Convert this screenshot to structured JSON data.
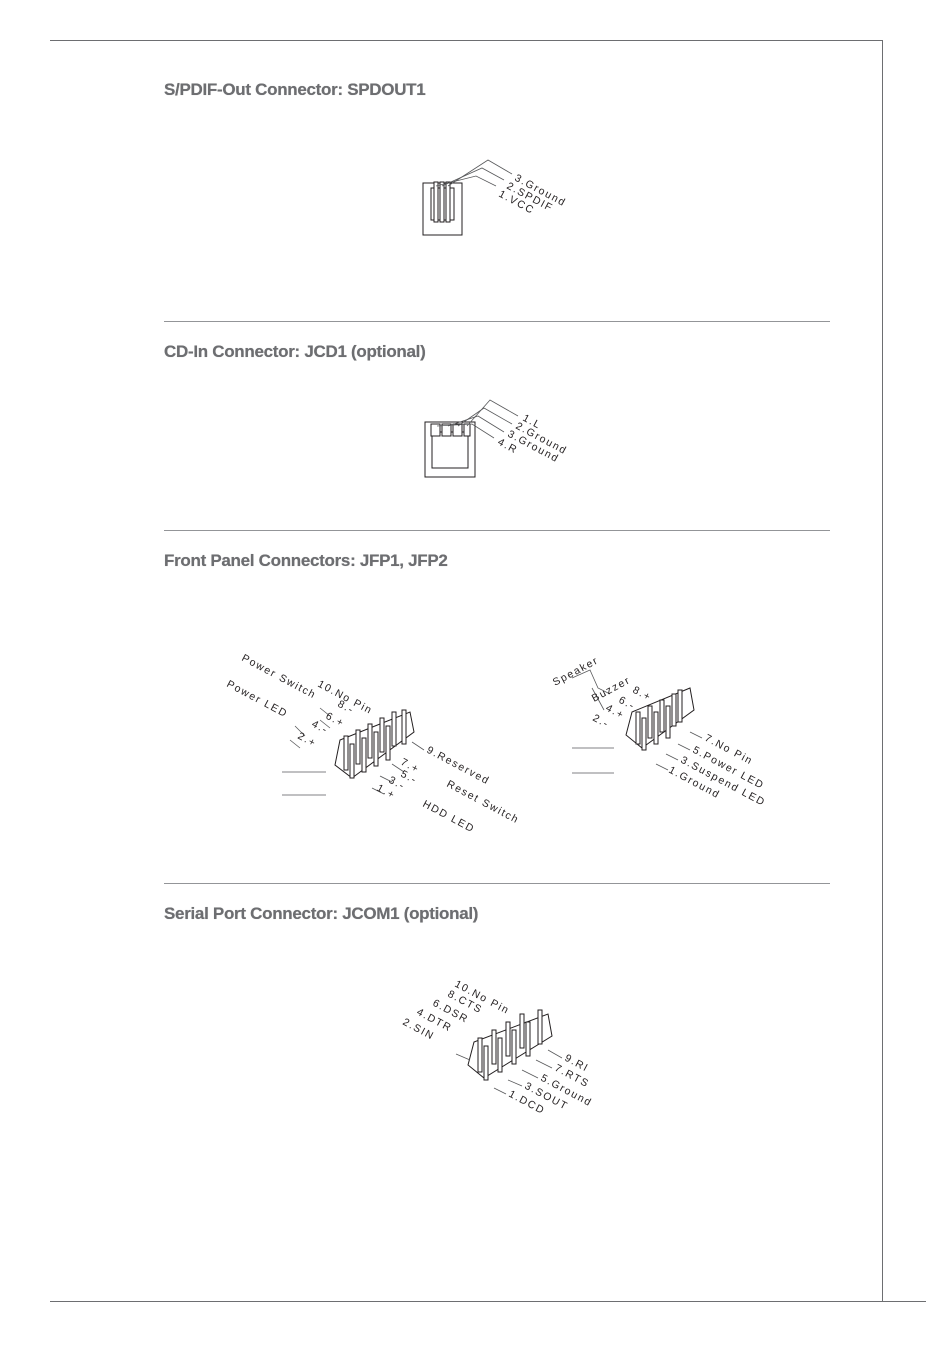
{
  "sections": [
    {
      "heading": "S/PDIF-Out Connector: SPDOUT1",
      "pins": [
        "3.Ground",
        "2.SPDIF",
        "1.VCC"
      ]
    },
    {
      "heading": "CD-In Connector: JCD1 (optional)",
      "pins": [
        "1.L",
        "2.Ground",
        "3.Ground",
        "4.R"
      ]
    },
    {
      "heading": "Front Panel Connectors: JFP1, JFP2",
      "jfp1": {
        "top_group_labels": [
          "Power Switch",
          "Power LED"
        ],
        "top_pins": [
          "10.No Pin",
          "8.-",
          "6.+",
          "4.-",
          "2.+"
        ],
        "bottom_pins": [
          "9.Reserved",
          "7.+",
          "5.-",
          "3.-",
          "1.+"
        ],
        "bottom_group_labels": [
          "Reset Switch",
          "HDD LED"
        ]
      },
      "jfp2": {
        "group_labels": [
          "Speaker",
          "Buzzer"
        ],
        "top_pins": [
          "8.+",
          "6.-",
          "4.+",
          "2.-"
        ],
        "bottom_pins": [
          "7.No Pin",
          "5.Power LED",
          "3.Suspend LED",
          "1.Ground"
        ]
      }
    },
    {
      "heading": "Serial Port Connector: JCOM1 (optional)",
      "top_pins": [
        "10.No Pin",
        "8.CTS",
        "6.DSR",
        "4.DTR",
        "2.SIN"
      ],
      "bottom_pins": [
        "9.RI",
        "7.RTS",
        "5.Ground",
        "3.SOUT",
        "1.DCD"
      ]
    }
  ]
}
